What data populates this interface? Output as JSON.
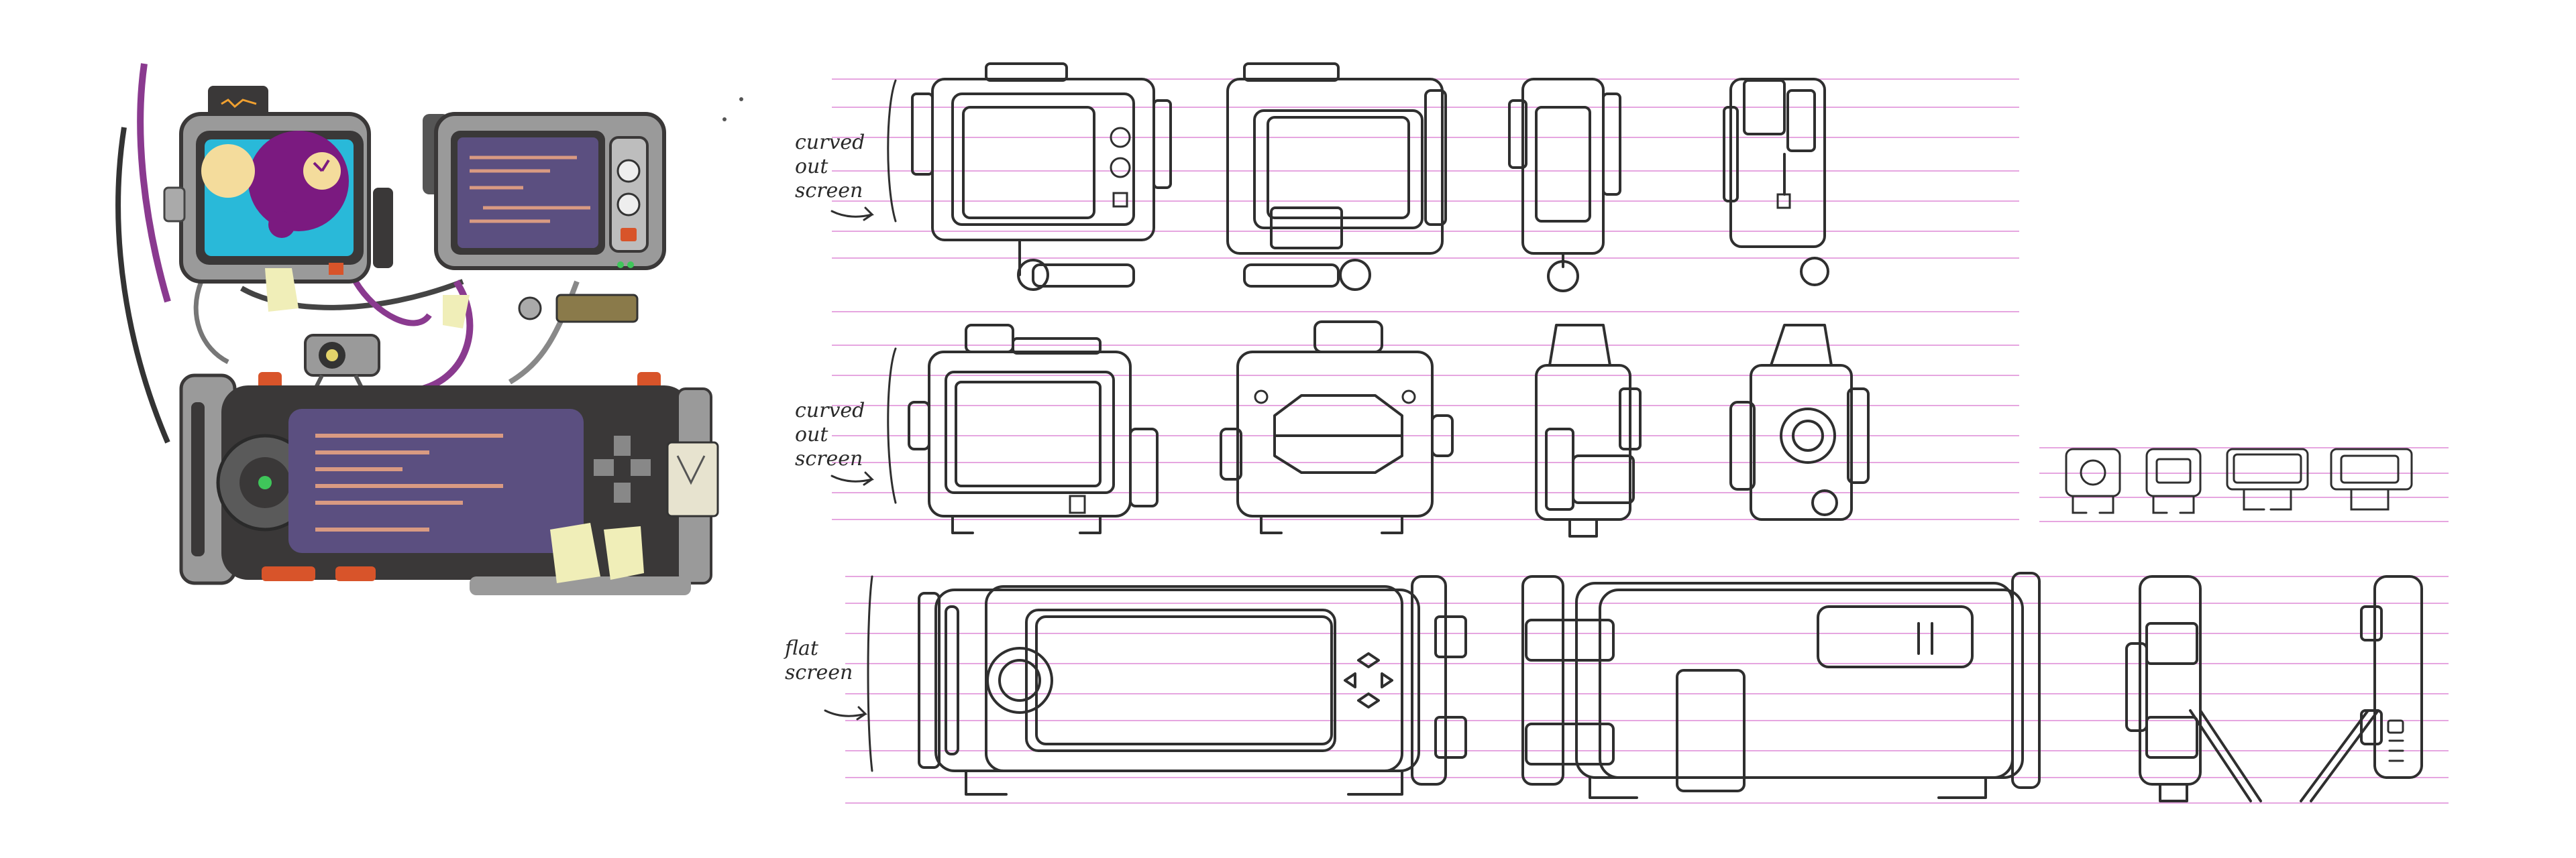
{
  "annotations": {
    "row1": "curved\nout\nscreen",
    "row2": "curved\nout\nscreen",
    "row3": "flat\nscreen"
  },
  "colors": {
    "guide_line": "#e6a6e0",
    "device_gray": "#9a9a9a",
    "device_dark": "#3a3838",
    "screen_cyan": "#29b9d9",
    "screen_purple": "#7b1a80",
    "screen_yellow": "#f4dc9c",
    "console_screen": "#5b4f80",
    "text_lines": "#d99a82",
    "sticky_note": "#f0eeb8",
    "accent_orange": "#d8542a",
    "cable_purple": "#8a3a8f",
    "led_green": "#3fc65a"
  },
  "icons": [
    "dpad-icon",
    "dial-icon",
    "camera-lens-icon",
    "clock-icon"
  ]
}
